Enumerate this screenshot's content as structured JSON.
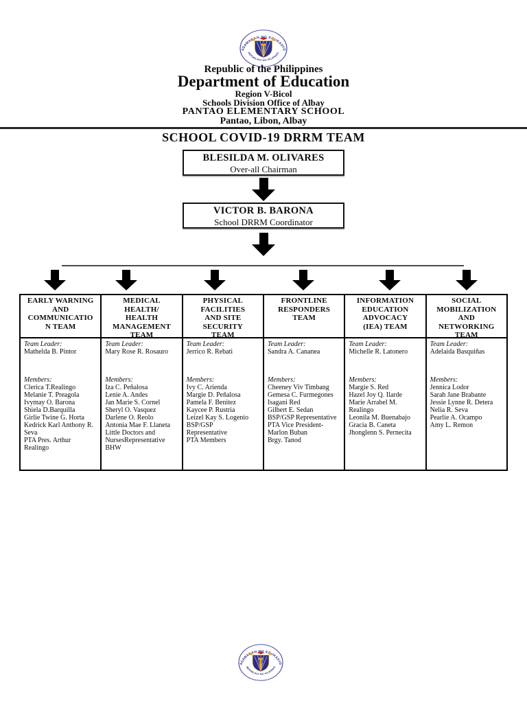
{
  "header": {
    "republic": "Republic of the Philippines",
    "department": "Department of Education",
    "region": "Region V-Bicol",
    "division": "Schools Division Office of Albay",
    "school": "PANTAO ELEMENTARY SCHOOL",
    "address": "Pantao, Libon, Albay"
  },
  "logo": {
    "arc_top": "KAGAWARAN NG EDUKASYON",
    "arc_bottom": "REPUBLIKA NG PILIPINAS",
    "colors": {
      "navy": "#2c2c86",
      "gold": "#f2a71b",
      "red": "#c0272d"
    }
  },
  "title": "SCHOOL COVID-19 DRRM TEAM",
  "chairman": {
    "name": "BLESILDA M. OLIVARES",
    "role": "Over-all Chairman"
  },
  "coordinator": {
    "name": "VICTOR B. BARONA",
    "role": "School DRRM Coordinator"
  },
  "teams": [
    {
      "header": "EARLY WARNING\nAND\nCOMMUNICATIO\nN TEAM",
      "leader_label": "Team Leader:",
      "leader": "Mathelda B. Pintor",
      "members_label": "Members:",
      "members": [
        "Clerica T.Realingo",
        "Melanie T. Preagola",
        "Ivymay O. Barona",
        "Shiela D.Barquilla",
        "Girlie Twine G. Horta",
        "Kedrick Karl Anthony R.",
        "Seva",
        "PTA Pres. Arthur Realingo"
      ]
    },
    {
      "header": "MEDICAL\nHEALTH/\nHEALTH\nMANAGEMENT\nTEAM",
      "leader_label": "Team Leader:",
      "leader": "Mary Rose R. Rosauro",
      "members_label": "Members:",
      "members": [
        "Iza C. Peñalosa",
        "Lenie A. Andes",
        "Jan Marie S. Cornel",
        "Sheryl O. Vasquez",
        "Darlene O. Reolo",
        "Antonia Mae F. Llaneta",
        "Little Doctors and",
        "NursesRepresentative",
        "BHW"
      ]
    },
    {
      "header": "PHYSICAL\nFACILITIES\nAND SITE\nSECURITY\nTEAM",
      "leader_label": "Team Leader:",
      "leader": "Jerrico R. Rebati",
      "members_label": "Members:",
      "members": [
        "Ivy C. Arienda",
        "Margie D. Peñalosa",
        "Pamela F. Benitez",
        "Kaycee P. Rustria",
        "Leizel Kay S. Logenio",
        "BSP/GSP",
        "Representative",
        "PTA Members"
      ]
    },
    {
      "header": "FRONTLINE\nRESPONDERS\nTEAM",
      "leader_label": "Team Leader:",
      "leader": "Sandra A. Cananea",
      "members_label": "Members:",
      "members": [
        "Cheeney Viv Timbang",
        "Gemesa C. Furmegones",
        "Isagani Red",
        "Gilbert E. Sedan",
        "BSP/GSP Representative",
        "PTA Vice President-",
        "Marlon Buban",
        "Brgy. Tanod"
      ]
    },
    {
      "header": "INFORMATION\nEDUCATION\nADVOCACY\n(IEA) TEAM",
      "leader_label": "Team Leader:",
      "leader": "Michelle R. Latonero",
      "members_label": "Members:",
      "members": [
        "Margie S. Red",
        "Hazel Joy Q. Ilarde",
        "Marie Arrabel M.",
        "Realingo",
        "Leonila M. Buenabajo",
        "Gracia B. Caneta",
        "Jhonglenn S. Pernecita"
      ]
    },
    {
      "header": "SOCIAL\nMOBILIZATION\nAND\nNETWORKING\nTEAM",
      "leader_label": "Team Leader:",
      "leader": "Adelaida Basquiñas",
      "members_label": "Members:",
      "members": [
        "Jennica Lodor",
        "Sarah Jane Brabante",
        "Jessie Lynne R. Detera",
        "Nelia R. Seva",
        "Pearlie A. Ocampo",
        "Amy L. Remon"
      ]
    }
  ]
}
